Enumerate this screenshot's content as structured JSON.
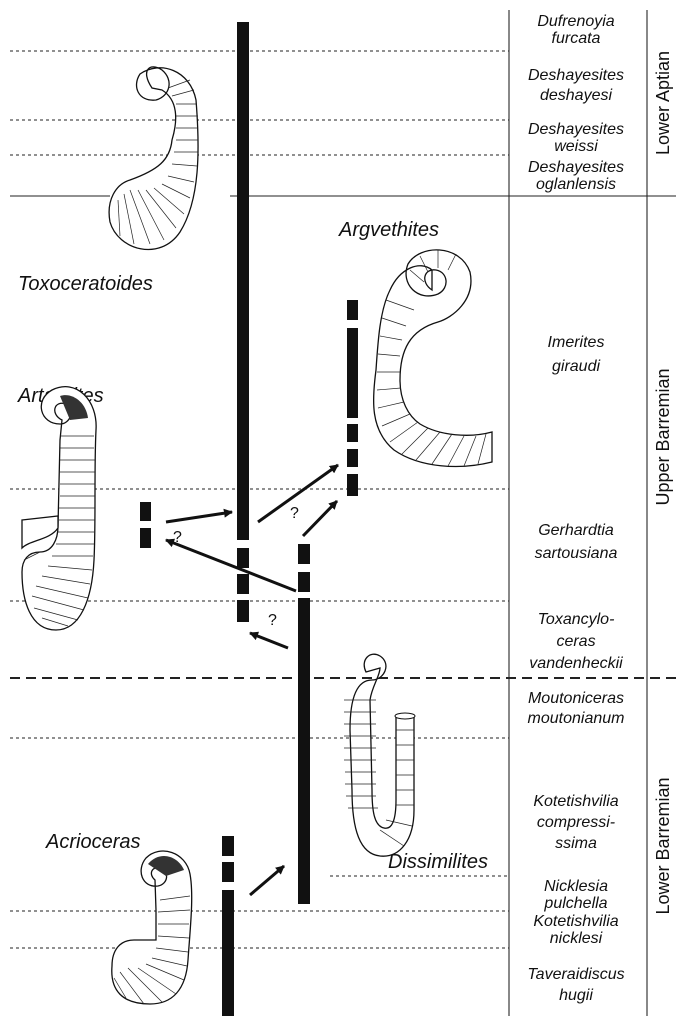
{
  "zones": [
    {
      "id": "furcata",
      "lines": [
        "Dufrenoyia",
        "furcata"
      ]
    },
    {
      "id": "deshayesi",
      "lines": [
        "Deshayesites",
        "deshayesi"
      ]
    },
    {
      "id": "weissi",
      "lines": [
        "Deshayesites",
        "weissi"
      ]
    },
    {
      "id": "oglanlensis",
      "lines": [
        "Deshayesites",
        "oglanlensis"
      ]
    },
    {
      "id": "giraudi",
      "lines": [
        "Imerites",
        "giraudi"
      ]
    },
    {
      "id": "sartousiana",
      "lines": [
        "Gerhardtia",
        "sartousiana"
      ]
    },
    {
      "id": "vandenheckii",
      "lines": [
        "Toxancylo-",
        "ceras",
        "vandenheckii"
      ]
    },
    {
      "id": "moutonianum",
      "lines": [
        "Moutoniceras",
        "moutonianum"
      ]
    },
    {
      "id": "compressissima",
      "lines": [
        "Kotetishvilia",
        "compressi-",
        "ssima"
      ]
    },
    {
      "id": "pulchella",
      "lines": [
        "Nicklesia",
        "pulchella"
      ]
    },
    {
      "id": "nicklesi",
      "lines": [
        "Kotetishvilia",
        "nicklesi"
      ]
    },
    {
      "id": "hugii",
      "lines": [
        "Taveraidiscus",
        "hugii"
      ]
    }
  ],
  "stages": [
    {
      "id": "lower-aptian",
      "label": "Lower Aptian"
    },
    {
      "id": "upper-barremian",
      "label": "Upper Barremian"
    },
    {
      "id": "lower-barremian",
      "label": "Lower Barremian"
    }
  ],
  "genera": [
    {
      "id": "toxoceratoides",
      "label": "Toxoceratoides"
    },
    {
      "id": "argvethites",
      "label": "Argvethites"
    },
    {
      "id": "artareites",
      "label": "Artareites"
    },
    {
      "id": "dissimilites",
      "label": "Dissimilites"
    },
    {
      "id": "acrioceras",
      "label": "Acrioceras"
    }
  ],
  "question_mark": "?"
}
